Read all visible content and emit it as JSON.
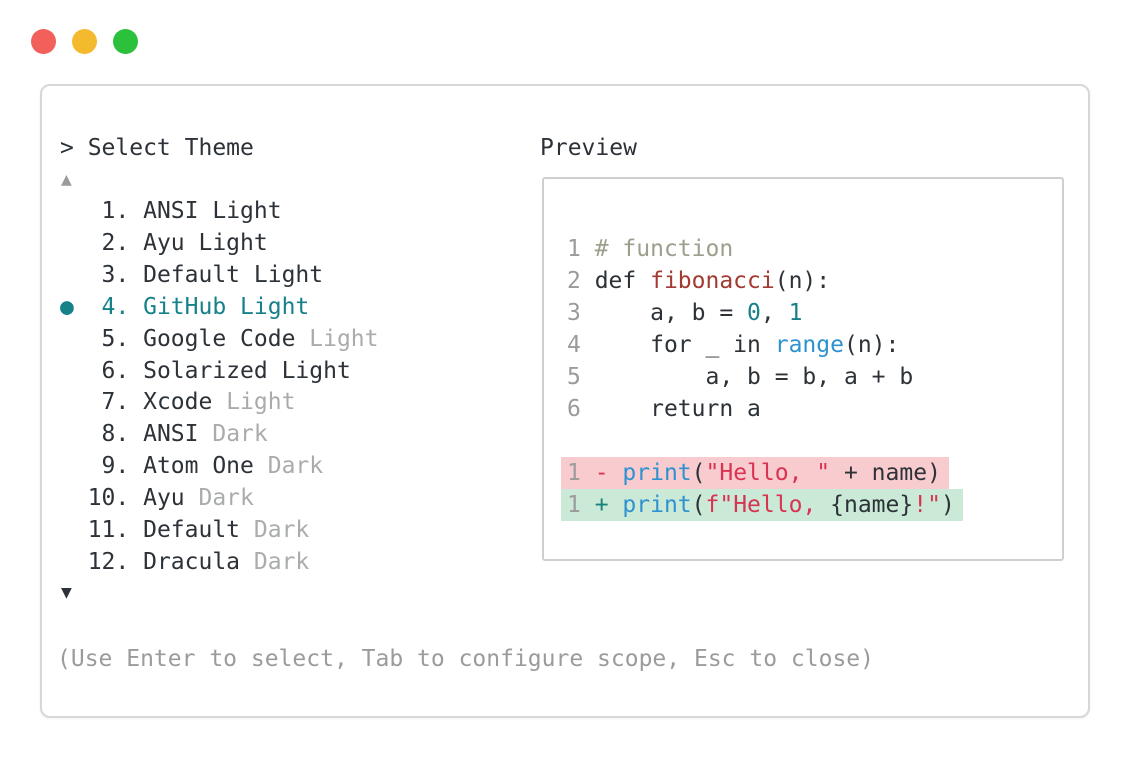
{
  "window": {
    "controls": [
      {
        "name": "close-button",
        "color": "#f1605a"
      },
      {
        "name": "minimize-button",
        "color": "#f3ba2d"
      },
      {
        "name": "zoom-button",
        "color": "#2cc13c"
      }
    ]
  },
  "picker": {
    "title": "> Select Theme",
    "scroll_up": "▲",
    "scroll_down": "▼",
    "selected_marker": "●",
    "help": "(Use Enter to select, Tab to configure scope, Esc to close)",
    "items": [
      {
        "number": 1,
        "name": "ANSI",
        "variant": "Light",
        "variant_muted": false,
        "selected": false
      },
      {
        "number": 2,
        "name": "Ayu",
        "variant": "Light",
        "variant_muted": false,
        "selected": false
      },
      {
        "number": 3,
        "name": "Default",
        "variant": "Light",
        "variant_muted": false,
        "selected": false
      },
      {
        "number": 4,
        "name": "GitHub",
        "variant": "Light",
        "variant_muted": false,
        "selected": true
      },
      {
        "number": 5,
        "name": "Google Code",
        "variant": "Light",
        "variant_muted": true,
        "selected": false
      },
      {
        "number": 6,
        "name": "Solarized",
        "variant": "Light",
        "variant_muted": false,
        "selected": false
      },
      {
        "number": 7,
        "name": "Xcode",
        "variant": "Light",
        "variant_muted": true,
        "selected": false
      },
      {
        "number": 8,
        "name": "ANSI",
        "variant": "Dark",
        "variant_muted": true,
        "selected": false
      },
      {
        "number": 9,
        "name": "Atom One",
        "variant": "Dark",
        "variant_muted": true,
        "selected": false
      },
      {
        "number": 10,
        "name": "Ayu",
        "variant": "Dark",
        "variant_muted": true,
        "selected": false
      },
      {
        "number": 11,
        "name": "Default",
        "variant": "Dark",
        "variant_muted": true,
        "selected": false
      },
      {
        "number": 12,
        "name": "Dracula",
        "variant": "Dark",
        "variant_muted": true,
        "selected": false
      }
    ]
  },
  "preview": {
    "label": "Preview",
    "code_lines": [
      {
        "num": "1",
        "tokens": [
          {
            "t": "# function",
            "c": "comment"
          }
        ]
      },
      {
        "num": "2",
        "tokens": [
          {
            "t": "def ",
            "c": "code"
          },
          {
            "t": "fibonacci",
            "c": "func-def"
          },
          {
            "t": "(n):",
            "c": "code"
          }
        ]
      },
      {
        "num": "3",
        "tokens": [
          {
            "t": "    a, b = ",
            "c": "code"
          },
          {
            "t": "0",
            "c": "number"
          },
          {
            "t": ", ",
            "c": "code"
          },
          {
            "t": "1",
            "c": "number"
          }
        ]
      },
      {
        "num": "4",
        "tokens": [
          {
            "t": "    for _ in ",
            "c": "code"
          },
          {
            "t": "range",
            "c": "call"
          },
          {
            "t": "(n):",
            "c": "code"
          }
        ]
      },
      {
        "num": "5",
        "tokens": [
          {
            "t": "        a, b = b, a + b",
            "c": "code"
          }
        ]
      },
      {
        "num": "6",
        "tokens": [
          {
            "t": "    return a",
            "c": "code"
          }
        ]
      }
    ],
    "diff_lines": [
      {
        "num": "1",
        "kind": "removed",
        "tokens": [
          {
            "t": "- ",
            "c": "minus"
          },
          {
            "t": "print",
            "c": "call"
          },
          {
            "t": "(",
            "c": "code"
          },
          {
            "t": "\"Hello, \"",
            "c": "string"
          },
          {
            "t": " + name)",
            "c": "code"
          }
        ]
      },
      {
        "num": "1",
        "kind": "added",
        "tokens": [
          {
            "t": "+ ",
            "c": "plus"
          },
          {
            "t": "print",
            "c": "call"
          },
          {
            "t": "(",
            "c": "code"
          },
          {
            "t": "f\"Hello, ",
            "c": "string"
          },
          {
            "t": "{name}",
            "c": "code"
          },
          {
            "t": "!\"",
            "c": "string"
          },
          {
            "t": ")",
            "c": "code"
          }
        ]
      }
    ]
  },
  "colors": {
    "text": "#2c3237",
    "muted": "#9b9b9b",
    "selection_teal": "#17818a",
    "comment": "#9aa08c",
    "function_def": "#a23a33",
    "number": "#18808a",
    "call_blue": "#2e92d1",
    "string_red": "#d93352",
    "diff_plus_teal": "#18837c",
    "removed_bg": "#f8cbce",
    "added_bg": "#cae9d6",
    "border": "#d7d7d7"
  }
}
